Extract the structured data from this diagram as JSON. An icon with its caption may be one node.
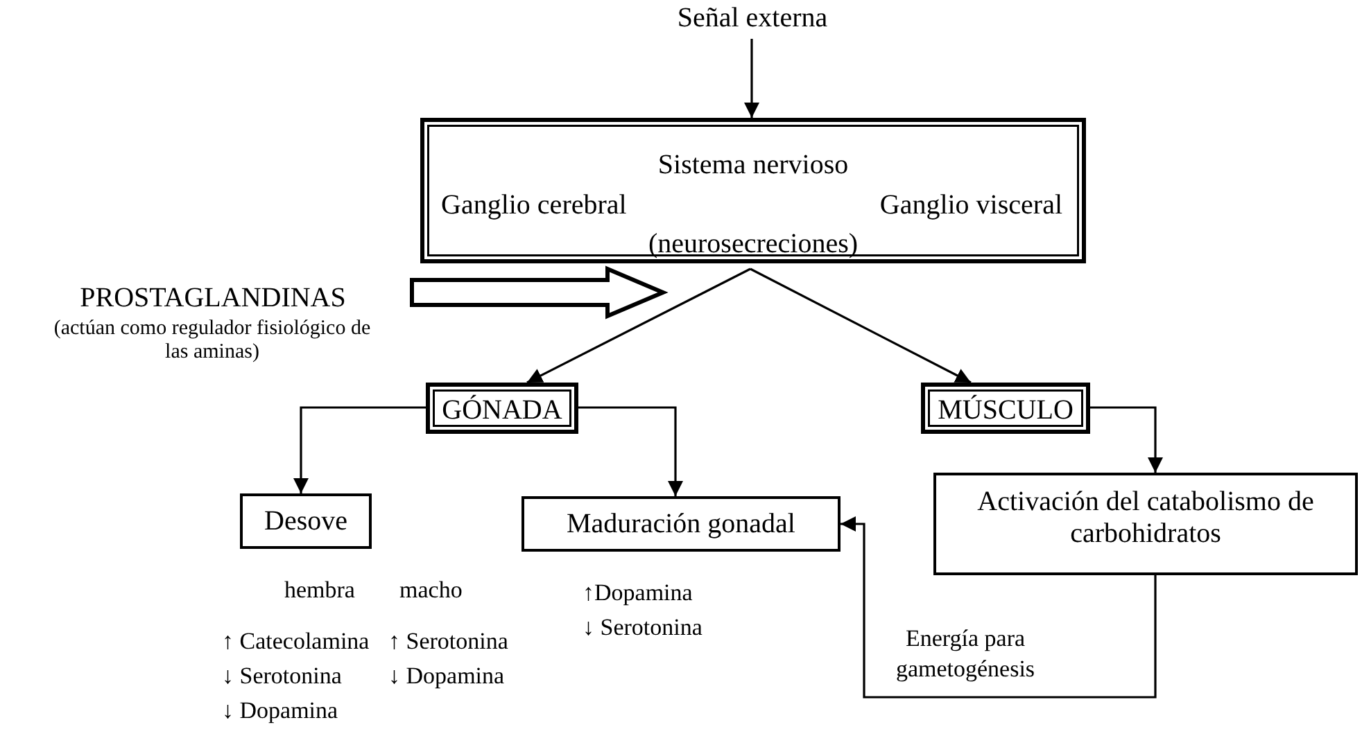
{
  "diagram": {
    "nodes": [
      {
        "text": [
          "Señal externa"
        ]
      },
      {
        "text": [
          "Sistema nervioso",
          "Ganglio cerebral",
          "Ganglio visceral",
          "(neurosecreciones)"
        ]
      },
      {
        "text": [
          "PROSTAGLANDINAS",
          "(actúan como regulador fisiológico de las aminas)"
        ]
      },
      {
        "text": [
          "GÓNADA"
        ]
      },
      {
        "text": [
          "MÚSCULO"
        ]
      },
      {
        "text": [
          "Desove"
        ]
      },
      {
        "text": [
          "Maduración gonadal"
        ],
        "beside": [
          "↑Dopamina",
          "↓ Serotonina"
        ]
      },
      {
        "text": [
          "Activación del catabolismo de carbohidratos"
        ]
      }
    ],
    "edges": [
      {
        "from": 0,
        "to": 1,
        "arrow": "to"
      },
      {
        "from": 2,
        "to": null,
        "arrow": "to",
        "style": "thick"
      },
      {
        "from": 1,
        "to": 3,
        "arrow": "to"
      },
      {
        "from": 1,
        "to": 4,
        "arrow": "to"
      },
      {
        "from": 3,
        "to": 5,
        "arrow": "to"
      },
      {
        "from": 3,
        "to": 6,
        "arrow": "to"
      },
      {
        "from": 4,
        "to": 7,
        "arrow": "to"
      },
      {
        "from": 7,
        "to": 6,
        "arrow": "to",
        "label": "Energía para gametogénesis"
      }
    ],
    "labels": [
      "hembra",
      "macho",
      "↑ Catecolamina",
      "↑ Serotonina",
      "↓ Serotonina",
      "↓ Dopamina",
      "↓ Dopamina"
    ]
  }
}
